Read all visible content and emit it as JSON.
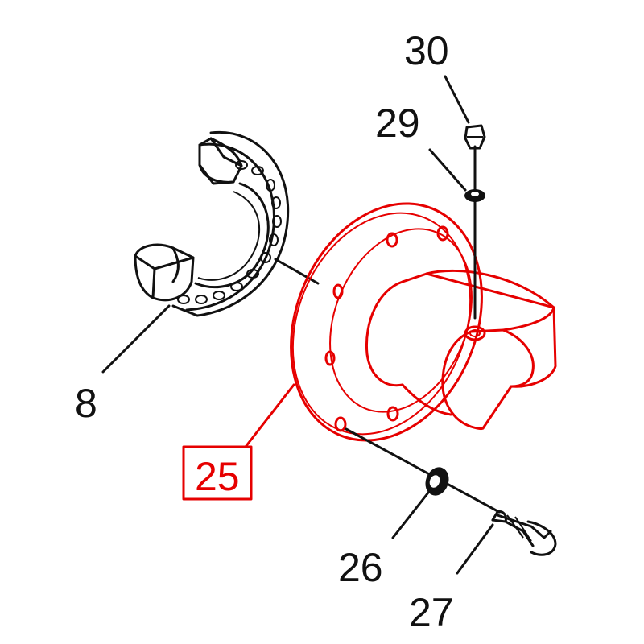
{
  "diagram": {
    "highlight_color": "#e60000",
    "line_color": "#111111",
    "parts": [
      {
        "id": "8",
        "label": "8"
      },
      {
        "id": "25",
        "label": "25"
      },
      {
        "id": "26",
        "label": "26"
      },
      {
        "id": "27",
        "label": "27"
      },
      {
        "id": "29",
        "label": "29"
      },
      {
        "id": "30",
        "label": "30"
      }
    ]
  }
}
